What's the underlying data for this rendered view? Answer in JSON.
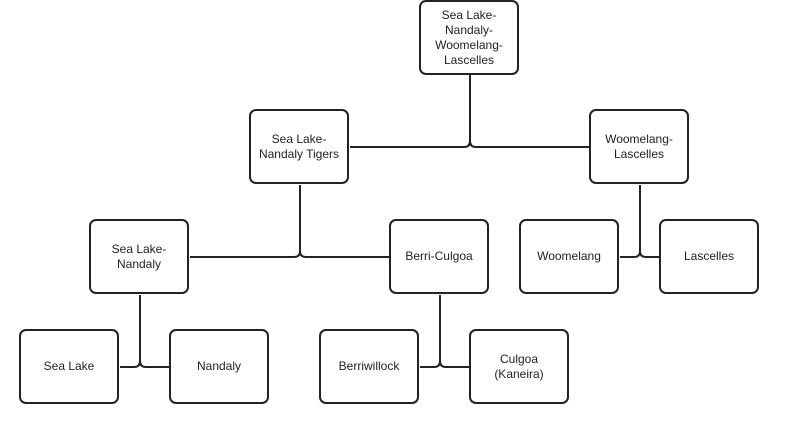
{
  "nodes": {
    "root": "Sea Lake-Nandaly-Woomelang-Lascelles",
    "slnt": "Sea Lake-Nandaly Tigers",
    "wl": "Woomelang-Lascelles",
    "sln": "Sea Lake-Nandaly",
    "bc": "Berri-Culgoa",
    "woomelang": "Woomelang",
    "lascelles": "Lascelles",
    "sealake": "Sea Lake",
    "nandaly": "Nandaly",
    "berriwillock": "Berriwillock",
    "culgoa": "Culgoa (Kaneira)"
  }
}
